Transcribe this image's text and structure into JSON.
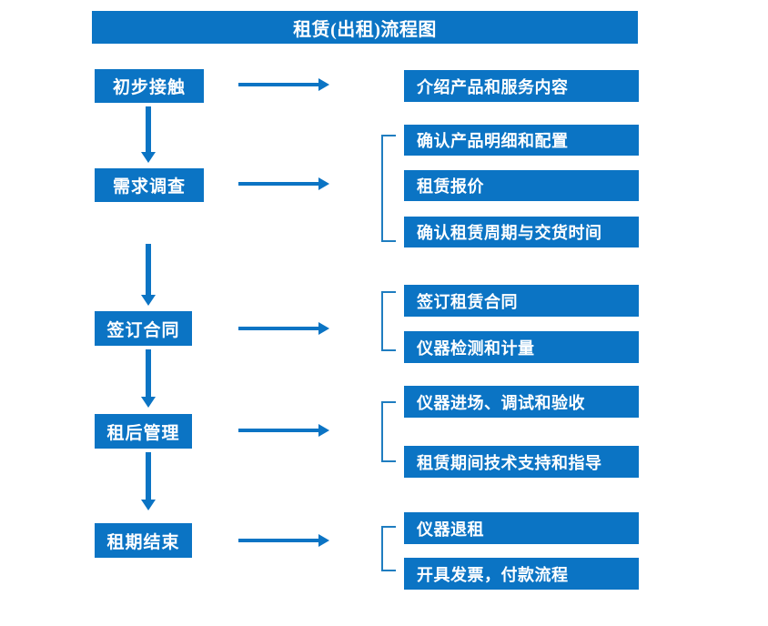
{
  "title": "租赁(出租)流程图",
  "colors": {
    "brand_blue": "#0b74c4",
    "text_white": "#ffffff",
    "background": "#ffffff",
    "bracket_blue": "#1f7dc0"
  },
  "stages": [
    {
      "label": "初步接触"
    },
    {
      "label": "需求调查"
    },
    {
      "label": "签订合同"
    },
    {
      "label": "租后管理"
    },
    {
      "label": "租期结束"
    }
  ],
  "detail_groups": [
    {
      "stage": "初步接触",
      "has_bracket": false,
      "items": [
        {
          "label": "介绍产品和服务内容"
        }
      ]
    },
    {
      "stage": "需求调查",
      "has_bracket": true,
      "items": [
        {
          "label": "确认产品明细和配置"
        },
        {
          "label": "租赁报价"
        },
        {
          "label": "确认租赁周期与交货时间"
        }
      ]
    },
    {
      "stage": "签订合同",
      "has_bracket": true,
      "items": [
        {
          "label": "签订租赁合同"
        },
        {
          "label": "仪器检测和计量"
        }
      ]
    },
    {
      "stage": "租后管理",
      "has_bracket": true,
      "items": [
        {
          "label": "仪器进场、调试和验收"
        },
        {
          "label": "租赁期间技术支持和指导"
        }
      ]
    },
    {
      "stage": "租期结束",
      "has_bracket": true,
      "items": [
        {
          "label": "仪器退租"
        },
        {
          "label": "开具发票，付款流程"
        }
      ]
    }
  ],
  "connectors": {
    "horizontal_arrow_icon": "arrow-right-icon",
    "vertical_arrow_icon": "arrow-down-icon",
    "bracket_icon": "left-brace-icon",
    "horizontal_arrow_count": 5,
    "vertical_arrow_count": 4
  },
  "chart_data": {
    "type": "table",
    "title": "租赁(出租)流程图",
    "categories": [
      "初步接触",
      "需求调查",
      "签订合同",
      "租后管理",
      "租期结束"
    ],
    "rows": [
      {
        "stage": "初步接触",
        "details": [
          "介绍产品和服务内容"
        ]
      },
      {
        "stage": "需求调查",
        "details": [
          "确认产品明细和配置",
          "租赁报价",
          "确认租赁周期与交货时间"
        ]
      },
      {
        "stage": "签订合同",
        "details": [
          "签订租赁合同",
          "仪器检测和计量"
        ]
      },
      {
        "stage": "租后管理",
        "details": [
          "仪器进场、调试和验收",
          "租赁期间技术支持和指导"
        ]
      },
      {
        "stage": "租期结束",
        "details": [
          "仪器退租",
          "开具发票，付款流程"
        ]
      }
    ]
  }
}
